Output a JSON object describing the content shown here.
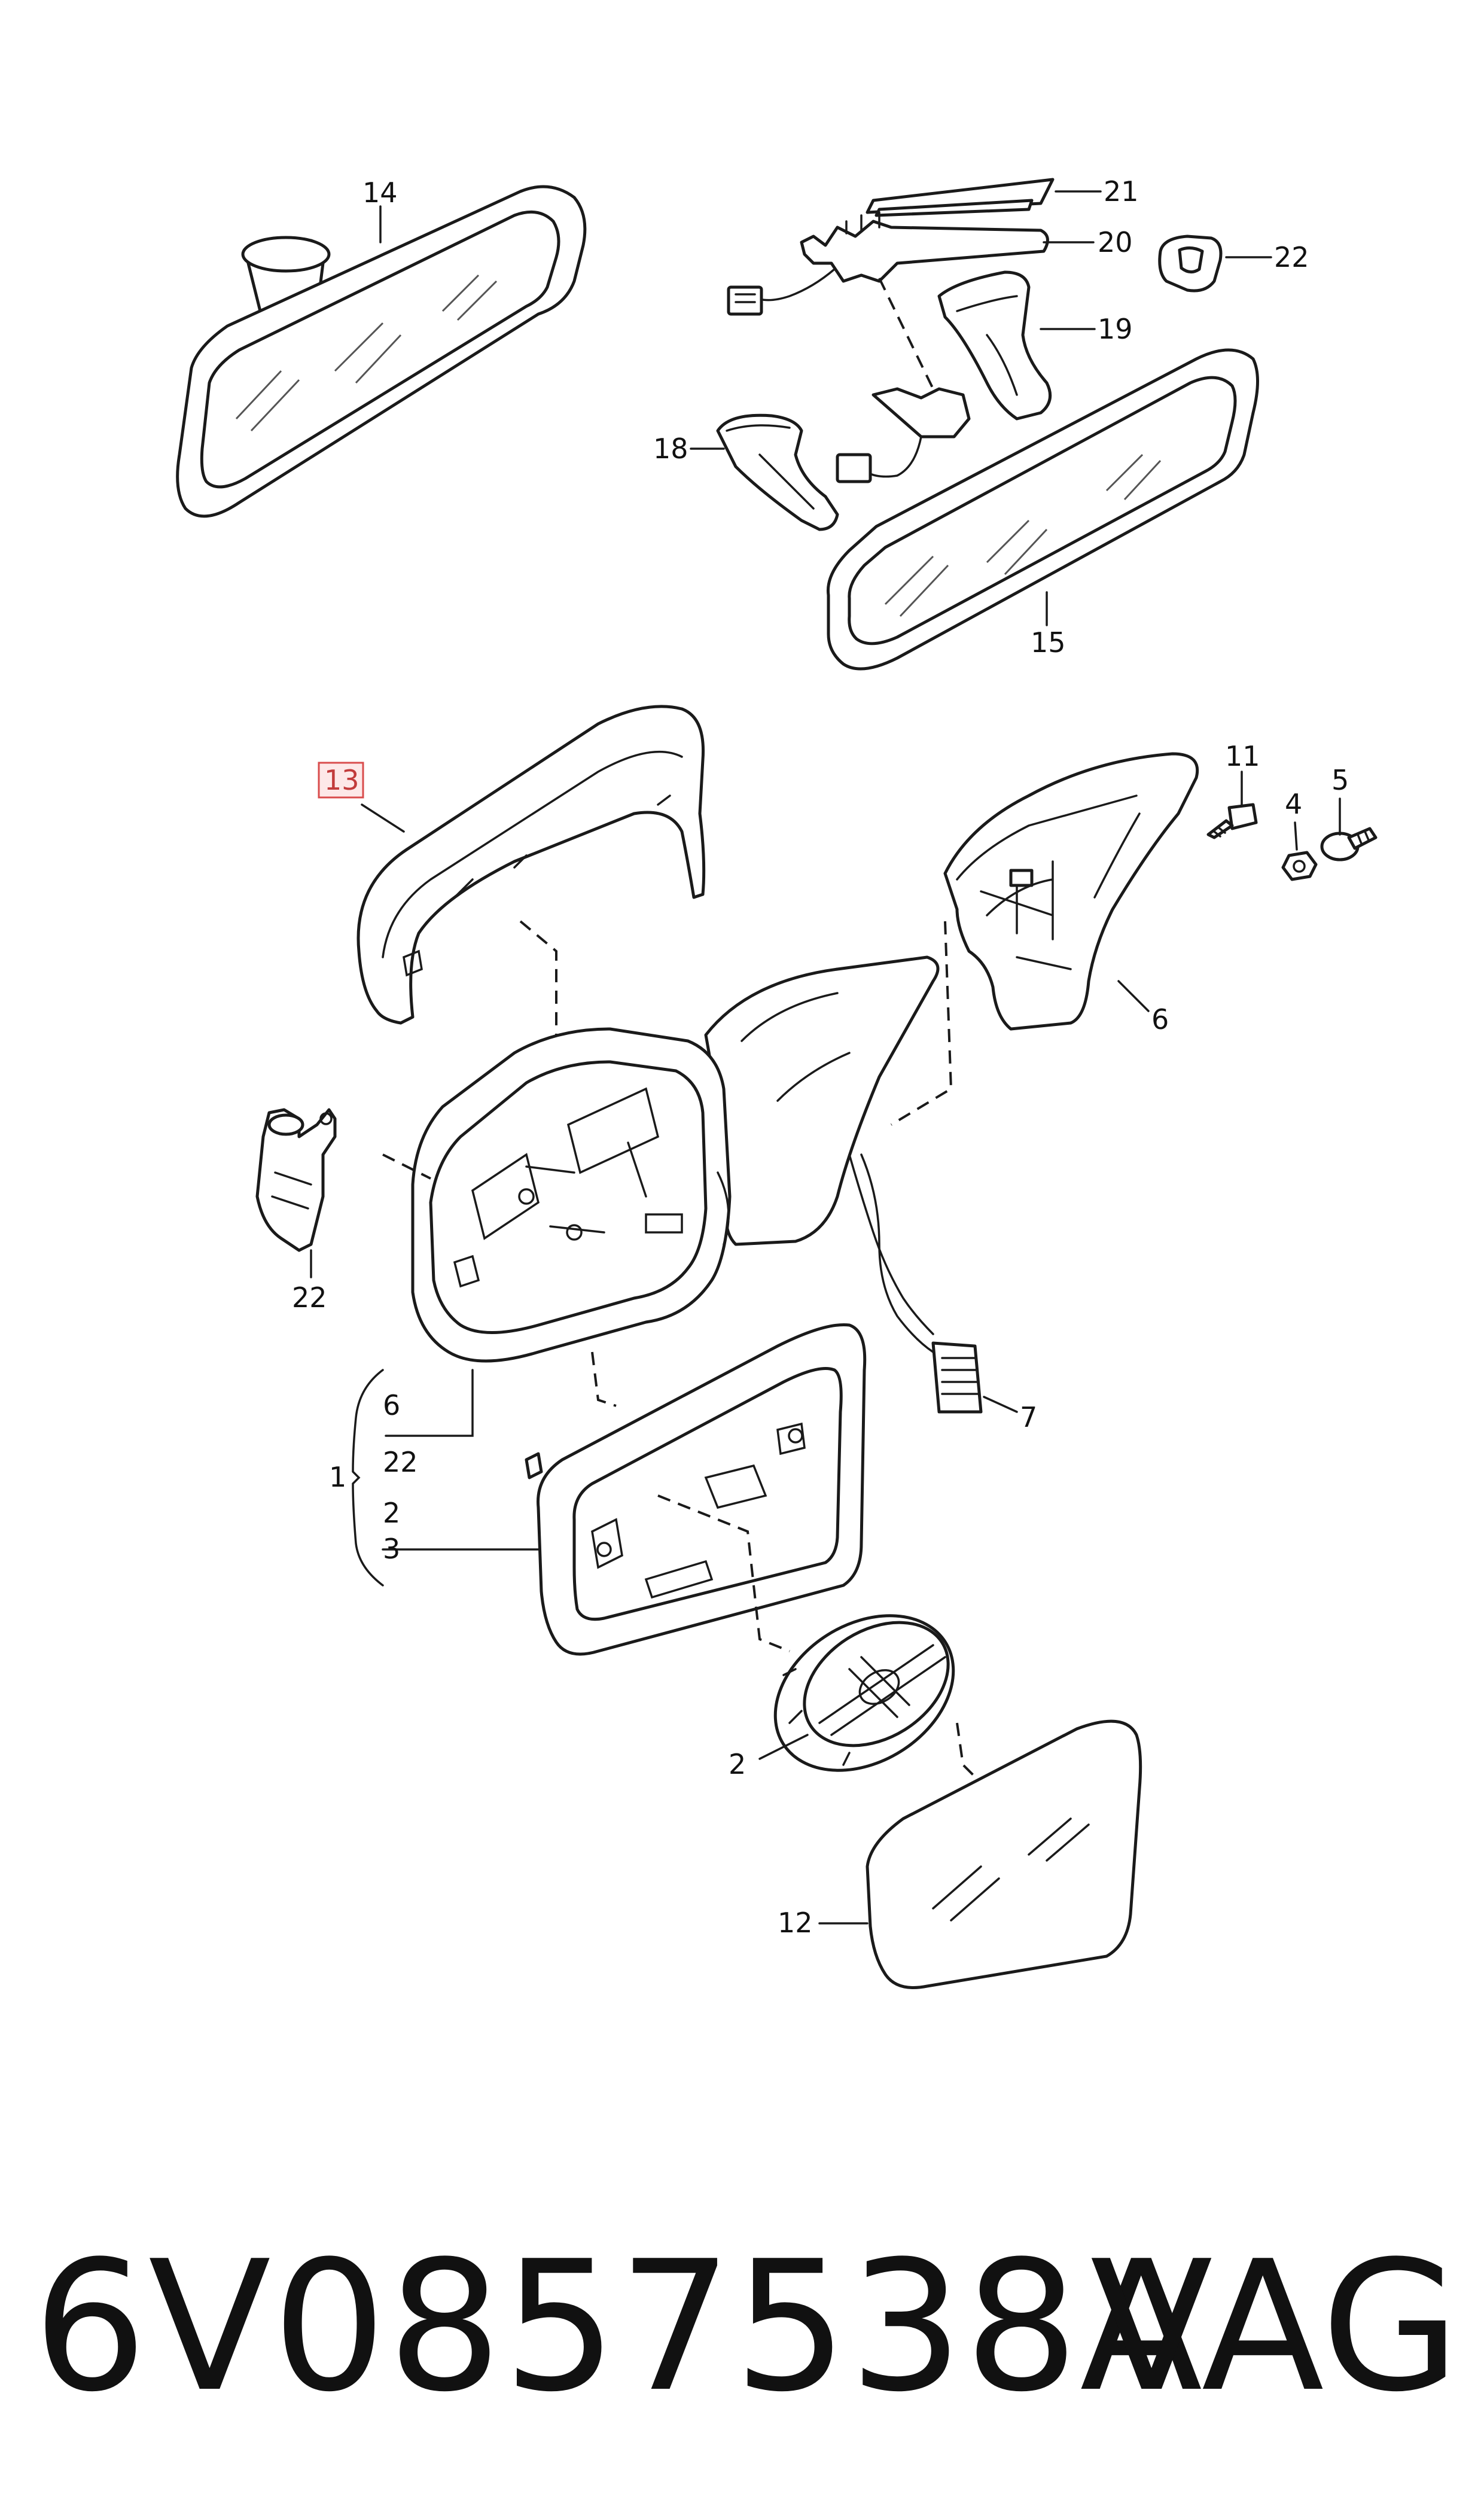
{
  "labels": {
    "l14": "14",
    "l21": "21",
    "l20": "20",
    "l22a": "22",
    "l19": "19",
    "l18": "18",
    "l15": "15",
    "l13": "13",
    "l11": "11",
    "l4": "4",
    "l5": "5",
    "l6a": "6",
    "l22b": "22",
    "l7": "7",
    "l6b": "6",
    "l22c": "22",
    "l1": "1",
    "l2a": "2",
    "l3": "3",
    "l2b": "2",
    "l12": "12"
  },
  "highlight": {
    "label": "13",
    "fill": "#fde8e8",
    "stroke": "#d94c4c"
  },
  "footer": {
    "part_number": "6V0857538A",
    "brand": "VAG"
  }
}
